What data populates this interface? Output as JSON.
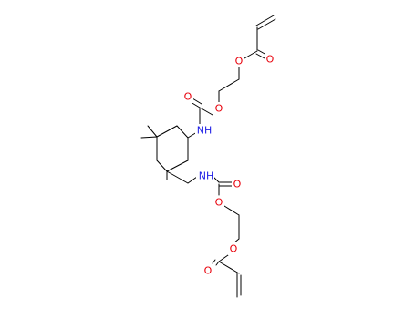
{
  "structure": {
    "colors": {
      "bond": "#000000",
      "oxygen": "#e8000b",
      "nitrogen": "#1d1de6"
    },
    "labels": {
      "o_ester_top": "O",
      "o_carbonyl_top": "O",
      "o_carbamate_top": "O",
      "o_carbamate_carbonyl_top": "O",
      "nh_top": "NH",
      "nh_bottom": "NH",
      "o_carbamate_carbonyl_bottom": "O",
      "o_carbamate_bottom": "O",
      "o_ester_bottom": "O",
      "o_carbonyl_bottom": "O"
    }
  }
}
